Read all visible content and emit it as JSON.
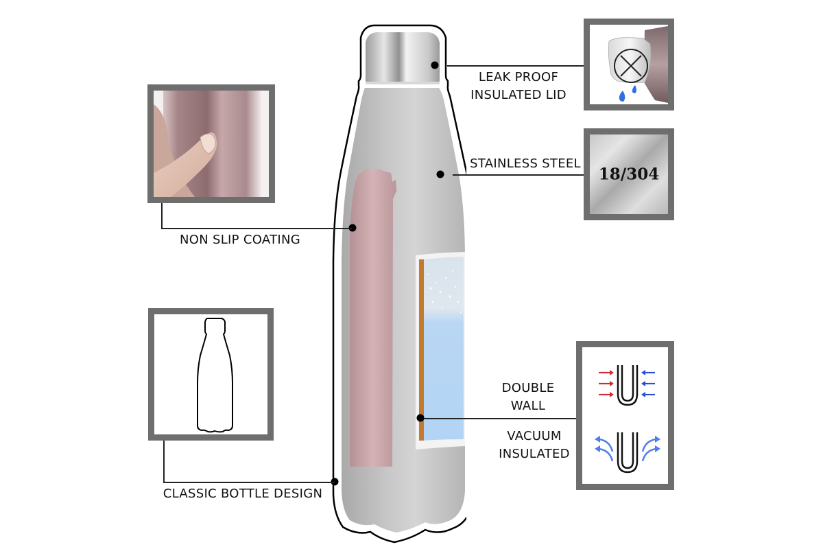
{
  "diagram": {
    "subject": "Insulated stainless steel water bottle",
    "features": [
      {
        "id": "lid",
        "label_lines": [
          "LEAK PROOF",
          "INSULATED LID"
        ],
        "icon": "leak-proof-lid-icon"
      },
      {
        "id": "steel",
        "label_lines": [
          "STAINLESS STEEL"
        ],
        "icon": "steel-grade-badge",
        "badge_text": "18/304"
      },
      {
        "id": "coating",
        "label_lines": [
          "NON SLIP COATING"
        ],
        "icon": "hand-grip-photo"
      },
      {
        "id": "shape",
        "label_lines": [
          "CLASSIC BOTTLE DESIGN"
        ],
        "icon": "bottle-outline-icon"
      },
      {
        "id": "double_wall",
        "label_lines": [
          "DOUBLE",
          "WALL"
        ],
        "icon": "double-wall-arrows-icon"
      },
      {
        "id": "vacuum",
        "label_lines": [
          "VACUUM",
          "INSULATED"
        ],
        "icon": "vacuum-insulation-arrows-icon"
      }
    ]
  },
  "colors": {
    "frame_gray": "#6e6e6e",
    "bottle_steel": "#bcbcbc",
    "rose_coating": "#c9a3a6",
    "water_blue": "#b5d6f5",
    "copper_layer": "#c27a2f",
    "hot_arrow_red": "#d0293b",
    "cold_arrow_blue": "#2a4fd0",
    "flow_arrow_blue": "#4f7ee8"
  }
}
